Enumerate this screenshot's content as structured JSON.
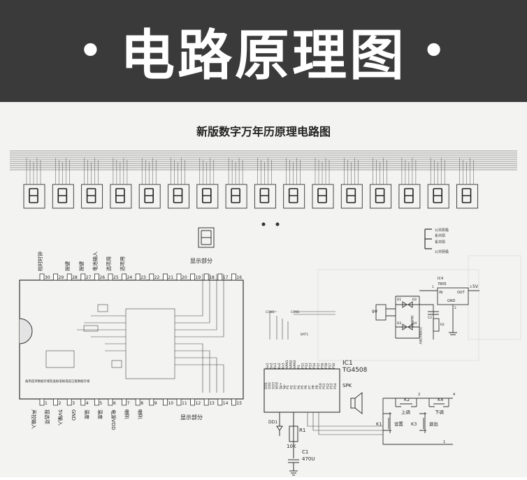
{
  "header": {
    "bullet": "•",
    "title": "电路原理图",
    "background": "#3a3a3a"
  },
  "schematic": {
    "title": "新版数字万年历原理电路图",
    "display_label_top": "显示部分",
    "display_label_bottom": "显示部分",
    "left_pins_top": [
      "30",
      "29",
      "28",
      "27",
      "26",
      "25",
      "24",
      "23",
      "22",
      "21",
      "20",
      "19",
      "18",
      "17",
      "16"
    ],
    "left_pins_bottom": [
      "1",
      "2",
      "3",
      "4",
      "5",
      "6",
      "7",
      "8",
      "9",
      "10",
      "11",
      "12",
      "13",
      "14",
      "15"
    ],
    "left_labels_top": [
      "校时时钟",
      "按键",
      "按键",
      "电池输入",
      "选项用",
      "选项用"
    ],
    "left_labels_bottom": [
      "声控输入",
      "接选项",
      "5V输入",
      "GND",
      "温度",
      "温度",
      "电源VDD",
      "喇叭",
      "喇叭"
    ],
    "left_chip_note": "备用选项数据存储及晶振谐振电容正极数据存储",
    "ic1_label": "IC1",
    "ic1_part": "TG4508",
    "ic1_pins_top": [
      "Sx1",
      "Sx2",
      "Kx1",
      "Kx2",
      "Kx3",
      "XAN1",
      "XAN2",
      "XAN3",
      "P1",
      "P11",
      "P12",
      "P13",
      "P14",
      "P15",
      "P16",
      "P18",
      "P17",
      "P10"
    ],
    "ic1_pins_bottom": [
      "DD1",
      "DD2",
      "DD3",
      "VDD",
      "Sp+",
      "Sp-",
      "P1",
      "P2",
      "P3",
      "P4",
      "P5",
      "P6",
      "P7",
      "P8",
      "P9",
      "P10",
      "P11",
      "P12",
      "P13",
      "P14"
    ],
    "speaker_label": "SPK",
    "r1_label": "R1",
    "r1_value": "10K",
    "c1_label": "C1",
    "c1_value": "470U",
    "dd1_label": "DD1",
    "con1_label": "CON1",
    "bat1_label": "BAT1",
    "ic4_label": "IC4",
    "ic4_part": "7805",
    "ic4_pins": [
      "IN",
      "OUT",
      "GND"
    ],
    "ic4_pin_numbers": [
      "1",
      "3",
      "2"
    ],
    "out_5v": "5V",
    "in_9v": "9V",
    "power_diodes": [
      "D1",
      "D2",
      "D3",
      "D4"
    ],
    "c2_label": "C2",
    "c2_value": "2200U/16V",
    "r2_label": "R2",
    "diode_part": "1N4007",
    "switches": [
      {
        "id": "K2",
        "label": "上调"
      },
      {
        "id": "K4",
        "label": "下调"
      },
      {
        "id": "K1",
        "label": "设置"
      },
      {
        "id": "K3",
        "label": "退出"
      }
    ],
    "switch_pins": [
      "2",
      "4",
      "1"
    ],
    "legend_labels": [
      "公共阳极",
      "系共阳",
      "系共阳",
      "公共阴极"
    ]
  }
}
